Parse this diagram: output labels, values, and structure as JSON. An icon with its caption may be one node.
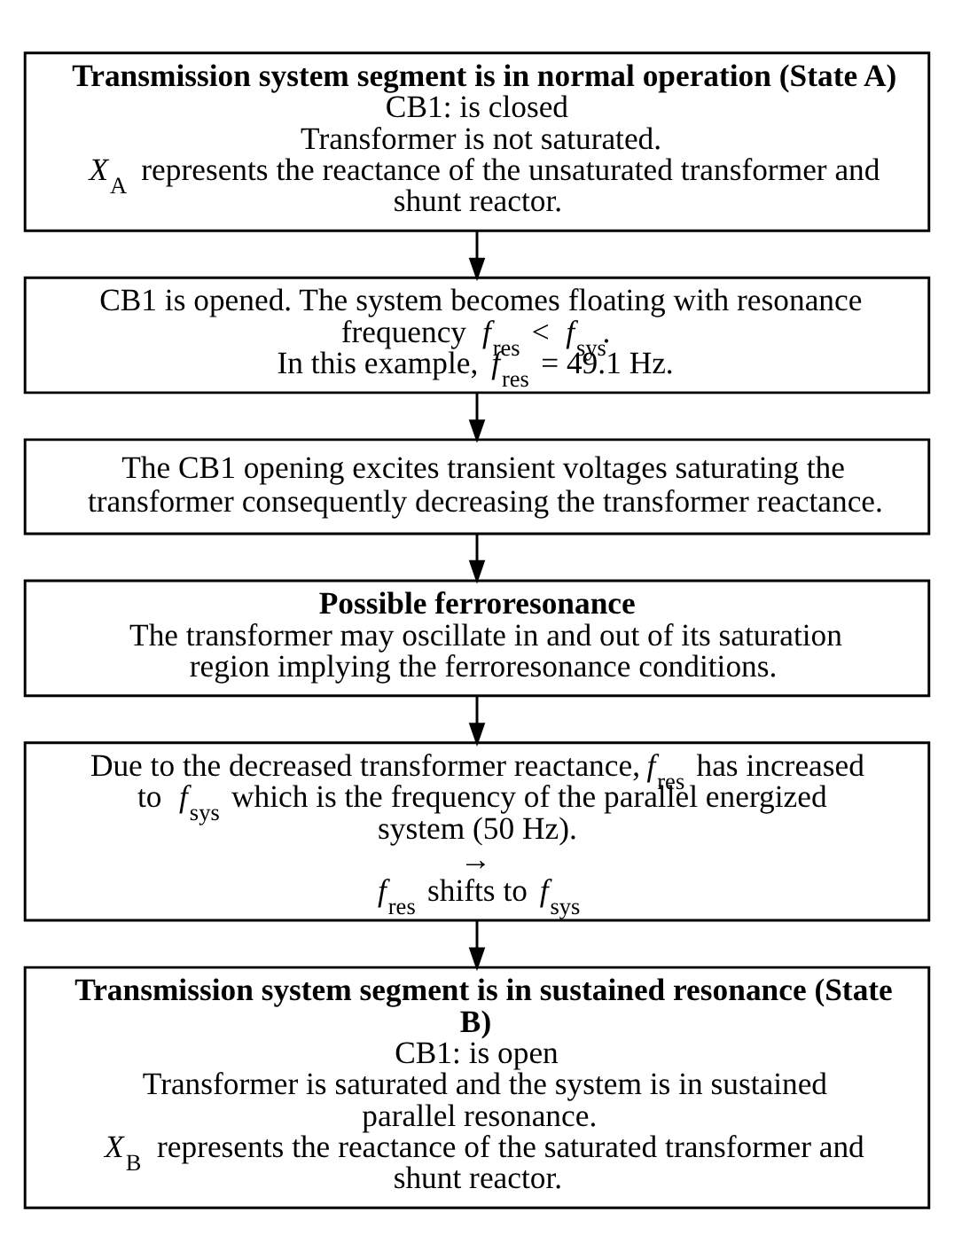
{
  "diagram": {
    "nodes": [
      {
        "text": [
          "Transmission system segment is in normal operation (State A)",
          "CB1: is closed",
          "Transformer is not saturated.",
          "*X*$_{A}$ represents the reactance of the unsaturated transformer and shunt reactor."
        ]
      },
      {
        "text": [
          "CB1 is opened. The system becomes floating with resonance frequency *f*$_{res}$ < *f*$_{sys}$.",
          "In this example, *f*$_{res}$ = 49.1 Hz."
        ]
      },
      {
        "text": [
          "The CB1 opening excites transient voltages saturating the transformer consequently decreasing the transformer reactance."
        ]
      },
      {
        "text": [
          "Possible ferroresonance",
          "The transformer may oscillate in and out of its saturation region implying the ferroresonance conditions."
        ]
      },
      {
        "text": [
          "Due to the decreased transformer reactance, *f*$_{res}$ has increased to *f*$_{sys}$ which is the frequency of the parallel energized system (50 Hz).",
          "→",
          "*f*$_{res}$ shifts to *f*$_{sys}$"
        ]
      },
      {
        "text": [
          "Transmission system segment is in sustained resonance (State B)",
          "CB1: is open",
          "Transformer is saturated and the system is in sustained parallel resonance.",
          "*X*$_{B}$ represents the reactance of the saturated transformer and shunt reactor."
        ]
      }
    ],
    "edges": [
      {
        "from": 0,
        "to": 1,
        "arrow": "to"
      },
      {
        "from": 1,
        "to": 2,
        "arrow": "to"
      },
      {
        "from": 2,
        "to": 3,
        "arrow": "to"
      },
      {
        "from": 3,
        "to": 4,
        "arrow": "to"
      },
      {
        "from": 4,
        "to": 5,
        "arrow": "to"
      }
    ]
  }
}
